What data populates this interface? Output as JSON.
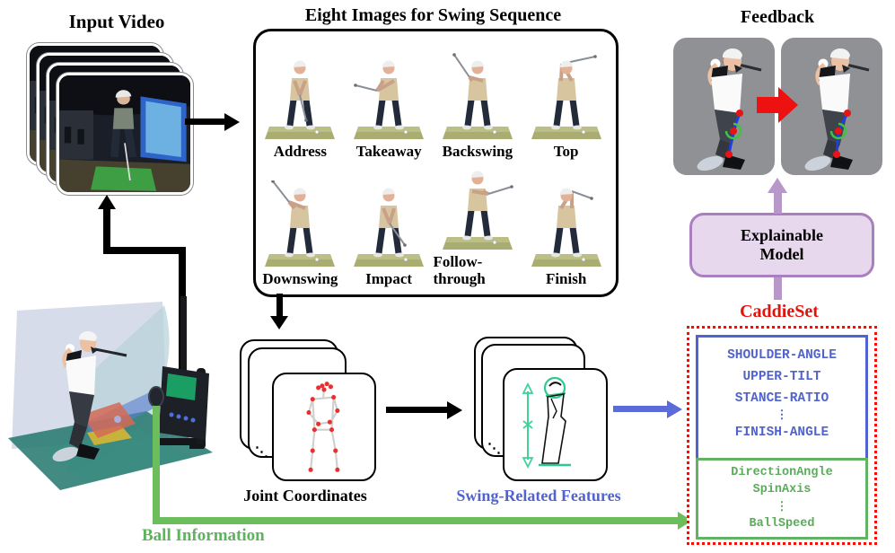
{
  "labels": {
    "input_video": "Input Video",
    "sequence_title": "Eight Images for Swing Sequence",
    "feedback": "Feedback",
    "joint_coordinates": "Joint Coordinates",
    "swing_related_features": "Swing-Related Features",
    "ball_information": "Ball Information",
    "caddieset": "CaddieSet"
  },
  "explainable_model": {
    "line1": "Explainable",
    "line2": "Model"
  },
  "sequence_stages": [
    "Address",
    "Takeaway",
    "Backswing",
    "Top",
    "Downswing",
    "Impact",
    "Follow-through",
    "Finish"
  ],
  "caddieset_box": {
    "swing_features": [
      "SHOULDER-ANGLE",
      "UPPER-TILT",
      "STANCE-RATIO",
      "⋮",
      "FINISH-ANGLE"
    ],
    "ball_features": [
      "DirectionAngle",
      "SpinAxis",
      "⋮",
      "BallSpeed"
    ]
  },
  "icons": {
    "stack_ellipsis": "⋱"
  },
  "colors": {
    "accent_blue": "#5163ce",
    "accent_green": "#5aab5a",
    "accent_red": "#ea120b",
    "purple_border": "#a97fc0",
    "purple_fill": "#e7d8ee",
    "purple_arrow": "#b897c9",
    "panel_gray": "#8f9194",
    "arrow_black": "#000000"
  }
}
